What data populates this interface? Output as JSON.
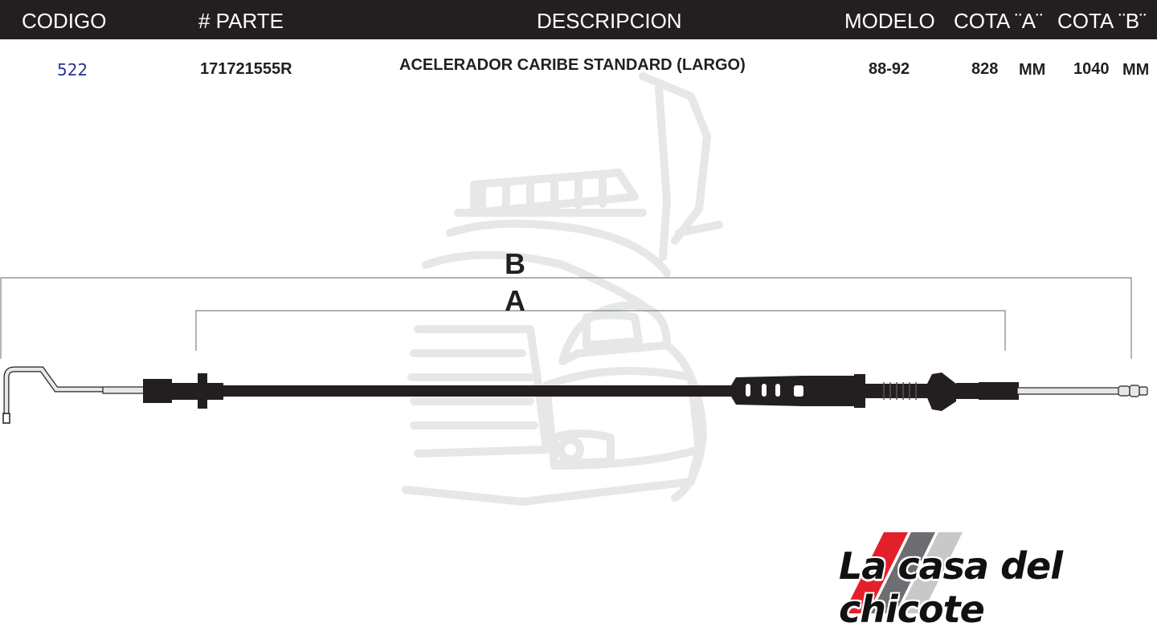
{
  "header": {
    "codigo": "CODIGO",
    "parte": "# PARTE",
    "descripcion": "DESCRIPCION",
    "modelo": "MODELO",
    "cota_a": "COTA ¨A¨",
    "cota_b": "COTA ¨B¨"
  },
  "row": {
    "codigo": "522",
    "parte": "171721555R",
    "descripcion": "ACELERADOR CARIBE  STANDARD (LARGO)",
    "modelo": "88-92",
    "cota_a_value": "828",
    "cota_a_unit": "MM",
    "cota_b_value": "1040",
    "cota_b_unit": "MM"
  },
  "diagram": {
    "label_b": "B",
    "label_a": "A"
  },
  "logo": {
    "text": "La casa del chicote",
    "stripe_colors": [
      "#e3202a",
      "#6d6e71",
      "#c7c8ca"
    ]
  },
  "colors": {
    "header_bg": "#231f20",
    "code_text": "#2e3192",
    "watermark": "#e6e7e8"
  }
}
